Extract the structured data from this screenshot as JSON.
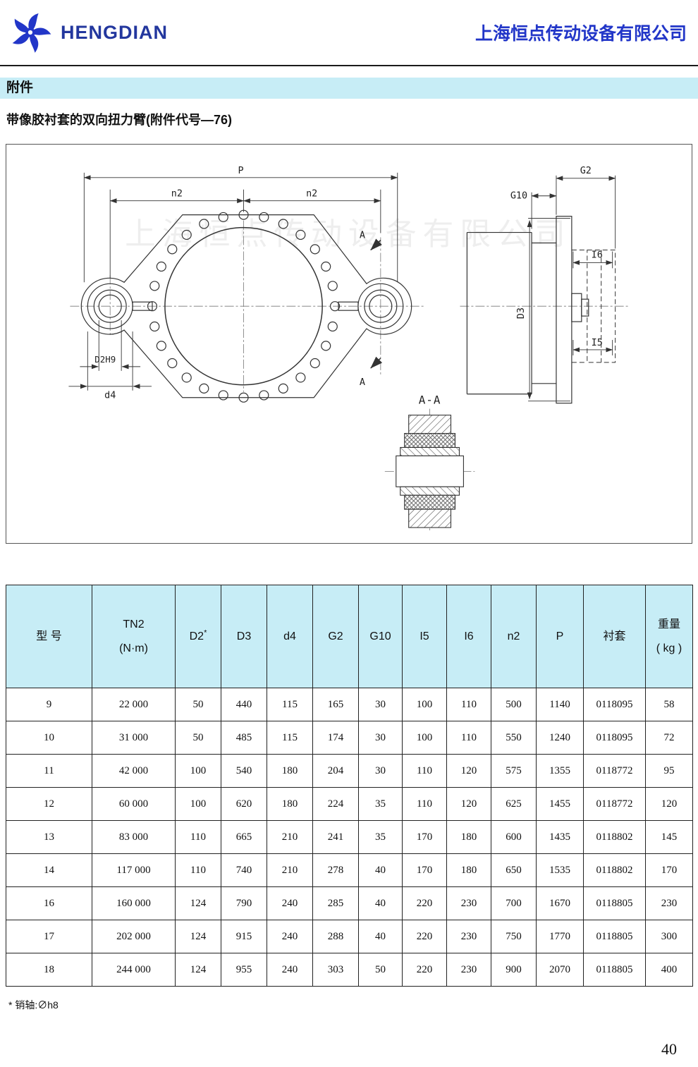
{
  "header": {
    "logo_text": "HENGDIAN",
    "company_name": "上海恒点传动设备有限公司"
  },
  "section": {
    "tag": "附件",
    "subtitle": "带像胶衬套的双向扭力臂(附件代号—76)"
  },
  "drawing": {
    "watermark": "上海恒点传动设备有限公司",
    "labels": {
      "P": "P",
      "n2_left": "n2",
      "n2_right": "n2",
      "A_top": "A",
      "A_bottom": "A",
      "D2H9": "D2H9",
      "d4": "d4",
      "G2": "G2",
      "G10": "G10",
      "I6": "I6",
      "I5": "I5",
      "D3": "D3",
      "section_AA": "A-A"
    }
  },
  "table": {
    "headers": [
      "型 号",
      "TN2\n(N·m)",
      "D2*",
      "D3",
      "d4",
      "G2",
      "G10",
      "I5",
      "I6",
      "n2",
      "P",
      "衬套",
      "重量\n( kg )"
    ],
    "rows": [
      [
        "9",
        "22 000",
        "50",
        "440",
        "115",
        "165",
        "30",
        "100",
        "110",
        "500",
        "1140",
        "0118095",
        "58"
      ],
      [
        "10",
        "31 000",
        "50",
        "485",
        "115",
        "174",
        "30",
        "100",
        "110",
        "550",
        "1240",
        "0118095",
        "72"
      ],
      [
        "11",
        "42 000",
        "100",
        "540",
        "180",
        "204",
        "30",
        "110",
        "120",
        "575",
        "1355",
        "0118772",
        "95"
      ],
      [
        "12",
        "60 000",
        "100",
        "620",
        "180",
        "224",
        "35",
        "110",
        "120",
        "625",
        "1455",
        "0118772",
        "120"
      ],
      [
        "13",
        "83 000",
        "110",
        "665",
        "210",
        "241",
        "35",
        "170",
        "180",
        "600",
        "1435",
        "0118802",
        "145"
      ],
      [
        "14",
        "117 000",
        "110",
        "740",
        "210",
        "278",
        "40",
        "170",
        "180",
        "650",
        "1535",
        "0118802",
        "170"
      ],
      [
        "16",
        "160 000",
        "124",
        "790",
        "240",
        "285",
        "40",
        "220",
        "230",
        "700",
        "1670",
        "0118805",
        "230"
      ],
      [
        "17",
        "202 000",
        "124",
        "915",
        "240",
        "288",
        "40",
        "220",
        "230",
        "750",
        "1770",
        "0118805",
        "300"
      ],
      [
        "18",
        "244 000",
        "124",
        "955",
        "240",
        "303",
        "50",
        "220",
        "230",
        "900",
        "2070",
        "0118805",
        "400"
      ]
    ]
  },
  "footnote": "* 销轴:∅h8",
  "page_number": "40"
}
